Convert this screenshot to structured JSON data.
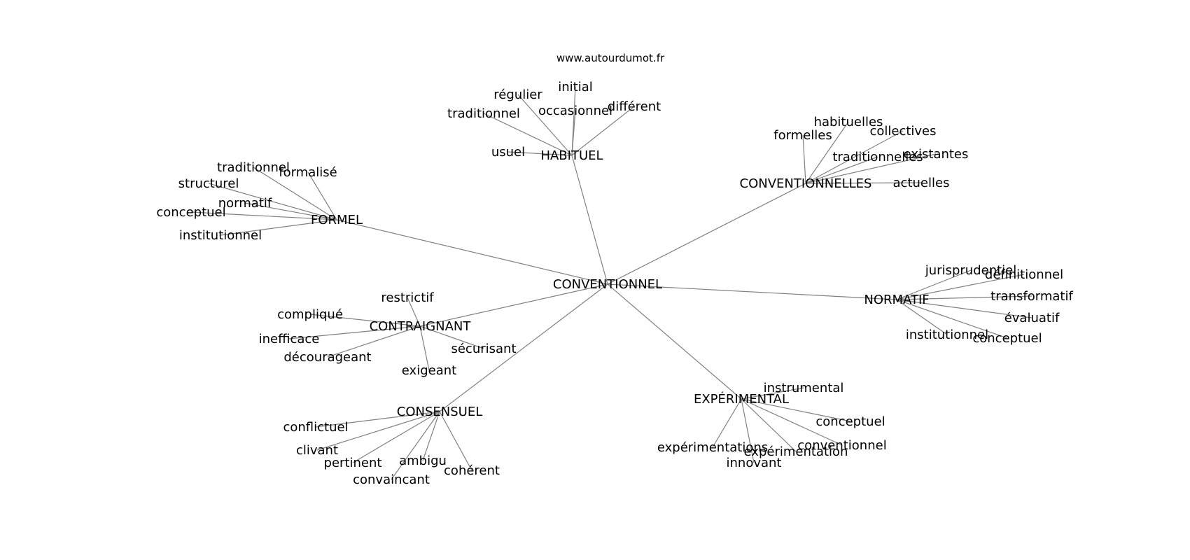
{
  "source_label": "www.autourdumot.fr",
  "root": "CONVENTIONNEL",
  "branches": [
    {
      "label": "HABITUEL",
      "words": [
        "initial",
        "régulier",
        "occasionnel",
        "différent",
        "traditionnel",
        "usuel"
      ]
    },
    {
      "label": "CONVENTIONNELLES",
      "words": [
        "habituelles",
        "collectives",
        "formelles",
        "traditionnelles",
        "existantes",
        "actuelles"
      ]
    },
    {
      "label": "FORMEL",
      "words": [
        "traditionnel",
        "formalisé",
        "structurel",
        "normatif",
        "conceptuel",
        "institutionnel"
      ]
    },
    {
      "label": "NORMATIF",
      "words": [
        "jurisprudentiel",
        "définitionnel",
        "transformatif",
        "évaluatif",
        "institutionnel",
        "conceptuel"
      ]
    },
    {
      "label": "CONTRAIGNANT",
      "words": [
        "restrictif",
        "compliqué",
        "inefficace",
        "décourageant",
        "sécurisant",
        "exigeant"
      ]
    },
    {
      "label": "CONSENSUEL",
      "words": [
        "conflictuel",
        "clivant",
        "pertinent",
        "ambigu",
        "cohérent",
        "convaincant"
      ]
    },
    {
      "label": "EXPÉRIMENTAL",
      "words": [
        "instrumental",
        "conceptuel",
        "conventionnel",
        "expérimentations",
        "expérimentation",
        "innovant"
      ]
    }
  ]
}
